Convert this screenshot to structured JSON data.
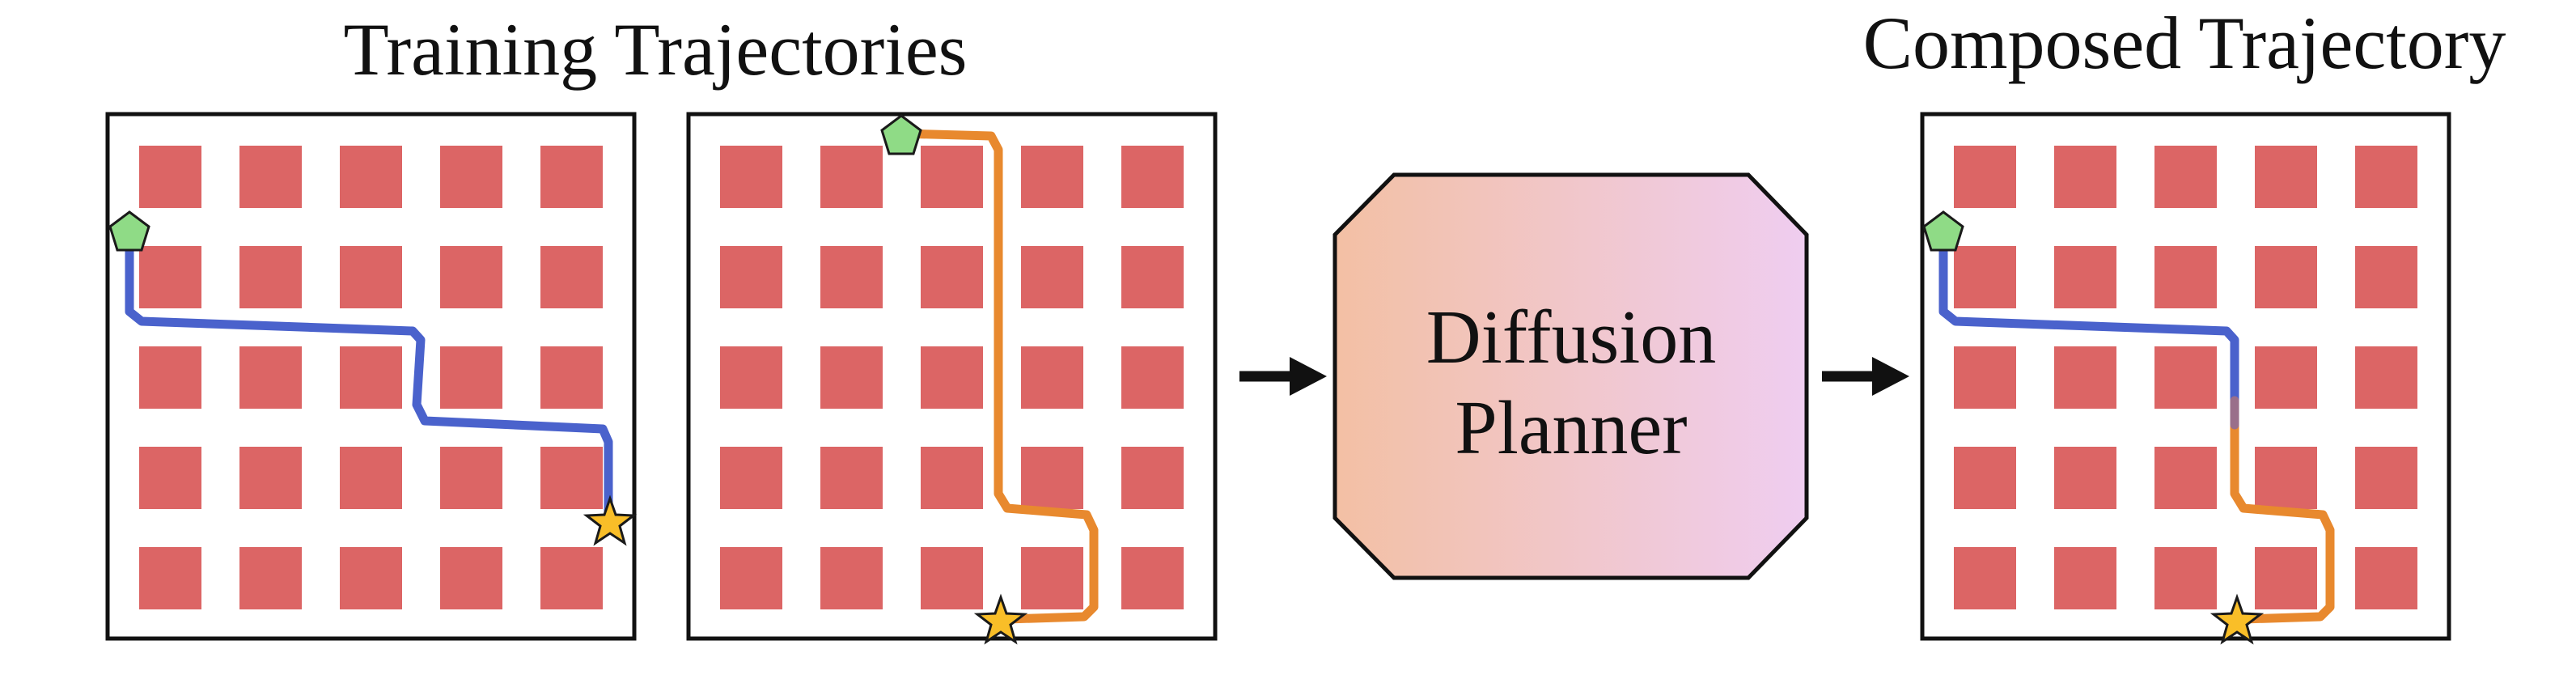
{
  "titles": {
    "training": "Training Trajectories",
    "composed": "Composed Trajectory"
  },
  "planner": {
    "line1": "Diffusion",
    "line2": "Planner"
  },
  "colors": {
    "obstacle": "#dc6565",
    "trajectory_a": "#4a62cc",
    "trajectory_b": "#e8892e",
    "start_marker": "#8fdb86",
    "goal_marker": "#f9be28",
    "planner_gradient_start": "#f3c0a4",
    "planner_gradient_end": "#efcdf0",
    "frame": "#111111"
  },
  "icons": {
    "start": "pentagon-start-icon",
    "goal": "star-goal-icon",
    "arrow": "right-arrow-icon"
  }
}
